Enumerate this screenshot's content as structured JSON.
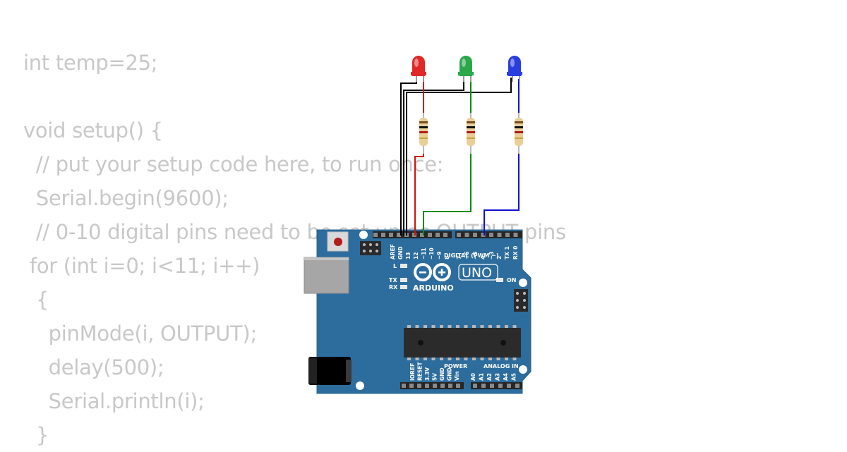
{
  "code": {
    "lines": [
      "int temp=25;",
      "",
      "void setup() {",
      "  // put your setup code here, to run once:",
      "  Serial.begin(9600);",
      "  // 0-10 digital pins need to be set up as OUTPUT pins",
      " for (int i=0; i<11; i++)",
      "  {",
      "    pinMode(i, OUTPUT);",
      "    delay(500);",
      "    Serial.println(i);",
      "  }"
    ]
  },
  "leds": [
    {
      "name": "red-led",
      "color": "#e02828"
    },
    {
      "name": "green-led",
      "color": "#2aa84a"
    },
    {
      "name": "blue-led",
      "color": "#2a3ee0"
    }
  ],
  "wires": {
    "red": "#d01010",
    "green": "#108a10",
    "blue": "#1010d0",
    "ground": "#000000"
  },
  "board": {
    "brand": "ARDUINO",
    "model": "UNO",
    "digital_label": "DIGITAL (PWM ~)",
    "digital_pins": [
      "AREF",
      "GND",
      "13",
      "12",
      "~11",
      "~10",
      "~9",
      "8",
      "7",
      "~6",
      "~5",
      "4",
      "~3",
      "2",
      "TX 1",
      "RX 0"
    ],
    "led_l": "L",
    "led_tx": "TX",
    "led_rx": "RX",
    "led_on": "ON",
    "power_label": "POWER",
    "analog_label": "ANALOG IN",
    "power_pins": [
      "IOREF",
      "RESET",
      "3.3V",
      "5V",
      "GND",
      "GND",
      "Vin"
    ],
    "analog_pins": [
      "A0",
      "A1",
      "A2",
      "A3",
      "A4",
      "A5"
    ],
    "board_color": "#2d6d9e"
  }
}
